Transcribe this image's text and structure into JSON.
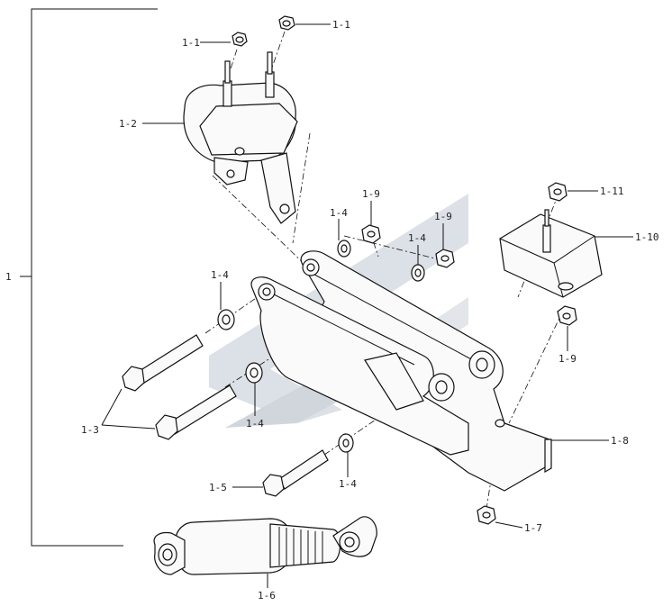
{
  "labels": {
    "root": "1",
    "nut_a": "1-1",
    "nut_b": "1-1",
    "upper_mount": "1-2",
    "bolts": "1-3",
    "washer_a": "1-4",
    "washer_b": "1-4",
    "washer_c": "1-4",
    "washer_d": "1-4",
    "washer_e": "1-4",
    "bolt_short": "1-5",
    "shock_absorber": "1-6",
    "nut_bottom": "1-7",
    "arm": "1-8",
    "nut_c": "1-9",
    "nut_d": "1-9",
    "nut_e": "1-9",
    "mount_nut": "1-11",
    "rubber_mount": "1-10"
  },
  "colors": {
    "line": "#111111",
    "watermark": "#d7dce3",
    "watermark_dark": "#c2c8d0"
  }
}
